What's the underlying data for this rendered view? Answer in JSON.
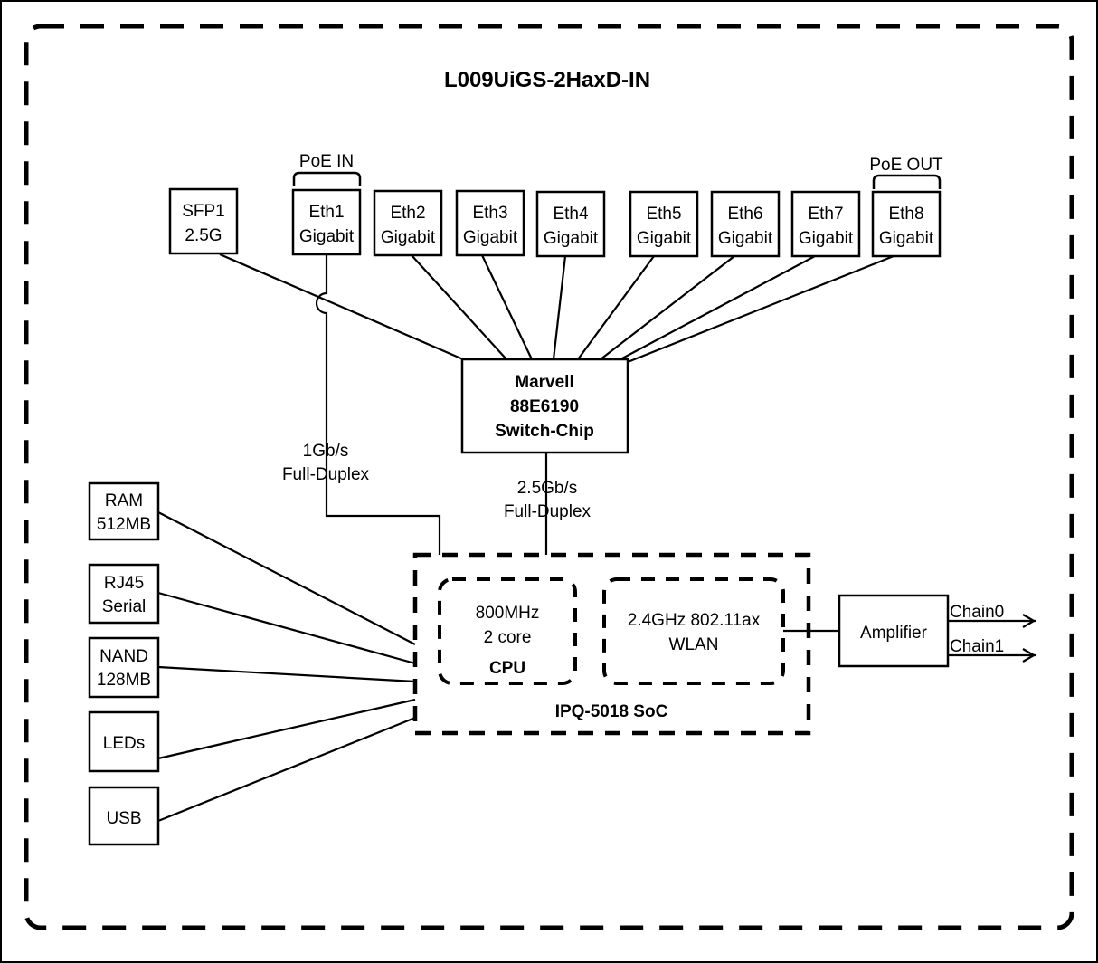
{
  "diagram": {
    "title": "L009UiGS-2HaxD-IN",
    "poe_in_label": "PoE IN",
    "poe_out_label": "PoE OUT",
    "ports": [
      {
        "name": "SFP1",
        "speed": "2.5G"
      },
      {
        "name": "Eth1",
        "speed": "Gigabit"
      },
      {
        "name": "Eth2",
        "speed": "Gigabit"
      },
      {
        "name": "Eth3",
        "speed": "Gigabit"
      },
      {
        "name": "Eth4",
        "speed": "Gigabit"
      },
      {
        "name": "Eth5",
        "speed": "Gigabit"
      },
      {
        "name": "Eth6",
        "speed": "Gigabit"
      },
      {
        "name": "Eth7",
        "speed": "Gigabit"
      },
      {
        "name": "Eth8",
        "speed": "Gigabit"
      }
    ],
    "switch_chip": {
      "line1": "Marvell",
      "line2": "88E6190",
      "line3": "Switch-Chip"
    },
    "links": {
      "eth1_to_cpu_speed": "1Gb/s",
      "eth1_to_cpu_duplex": "Full-Duplex",
      "switch_to_soc_speed": "2.5Gb/s",
      "switch_to_soc_duplex": "Full-Duplex"
    },
    "soc": {
      "label": "IPQ-5018 SoC",
      "cpu": {
        "line1": "800MHz",
        "line2": "2 core",
        "line3": "CPU"
      },
      "wlan": {
        "line1": "2.4GHz 802.11ax",
        "line2": "WLAN"
      }
    },
    "peripherals": [
      {
        "line1": "RAM",
        "line2": "512MB"
      },
      {
        "line1": "RJ45",
        "line2": "Serial"
      },
      {
        "line1": "NAND",
        "line2": "128MB"
      },
      {
        "line1": "LEDs",
        "line2": ""
      },
      {
        "line1": "USB",
        "line2": ""
      }
    ],
    "amplifier": {
      "label": "Amplifier"
    },
    "antennas": [
      {
        "label": "Chain0"
      },
      {
        "label": "Chain1"
      }
    ],
    "colors": {
      "stroke": "#000000",
      "background": "#ffffff"
    }
  }
}
